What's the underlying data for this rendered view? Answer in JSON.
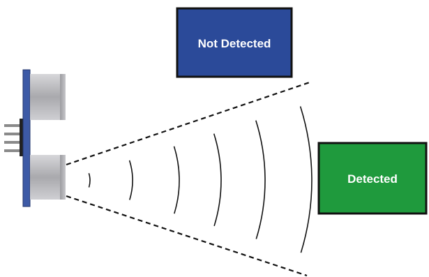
{
  "boxes": {
    "not_detected": {
      "label": "Not Detected",
      "fill": "#2b4a99",
      "border": "#111111"
    },
    "detected": {
      "label": "Detected",
      "fill": "#1f9a3d",
      "border": "#111111"
    }
  },
  "sensor": {
    "board_color": "#3d5aa6",
    "transducer_color": "#b8b8bc",
    "pin_color": "#8a8a8a"
  },
  "beam": {
    "line_style": "dashed",
    "wave_count": 6,
    "color": "#111111"
  }
}
